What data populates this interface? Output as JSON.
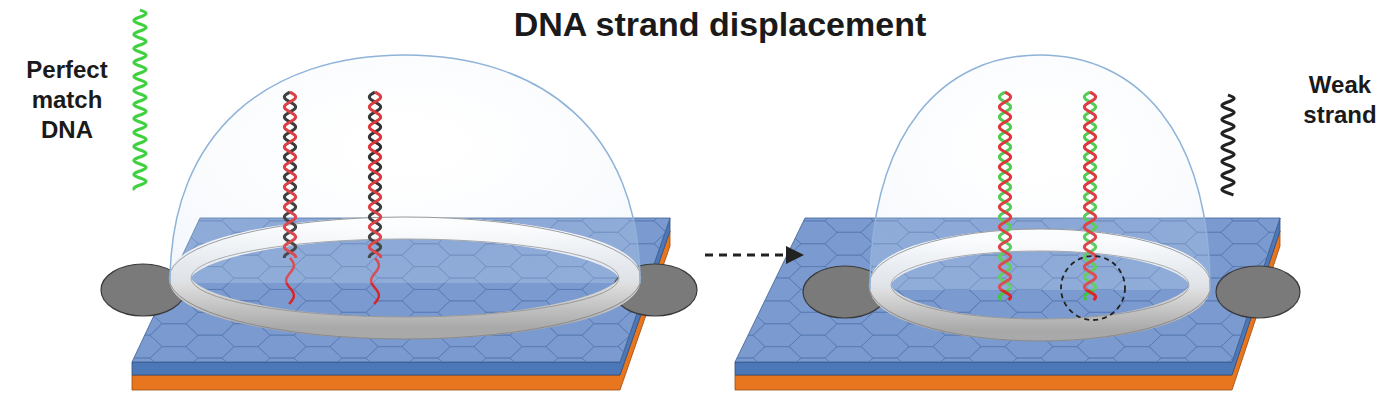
{
  "diagram": {
    "title": "DNA strand displacement",
    "labels": [
      "Perfect match DNA",
      "Weak strand"
    ]
  }
}
